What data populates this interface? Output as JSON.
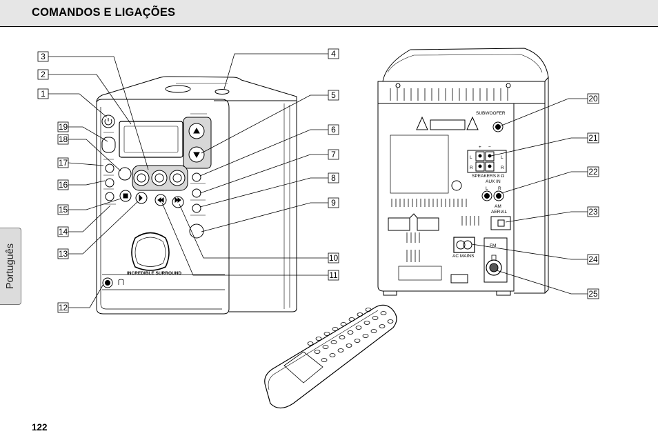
{
  "header": {
    "title": "COMANDOS E LIGAÇÕES"
  },
  "side_tab": {
    "label": "Português"
  },
  "page": {
    "number": "122"
  },
  "front_unit": {
    "front_label": "INCREDIBLE SURROUND"
  },
  "rear_unit": {
    "subwoofer_label": "SUBWOOFER",
    "speakers_label": "SPEAKERS  8 Ω",
    "aux_in_label": "AUX IN",
    "aux_l": "L",
    "aux_r": "R",
    "am_aerial_label": "AM\nAERIAL",
    "am_label": "AM",
    "aerial_label": "AERIAL",
    "ac_mains_label": "AC MAINS",
    "fm_label": "FM",
    "spk_plus": "+",
    "spk_minus": "−",
    "spk_l": "L",
    "spk_r": "R"
  },
  "callouts": [
    "1",
    "2",
    "3",
    "4",
    "5",
    "6",
    "7",
    "8",
    "9",
    "10",
    "11",
    "12",
    "13",
    "14",
    "15",
    "16",
    "17",
    "18",
    "19",
    "20",
    "21",
    "22",
    "23",
    "24",
    "25"
  ]
}
